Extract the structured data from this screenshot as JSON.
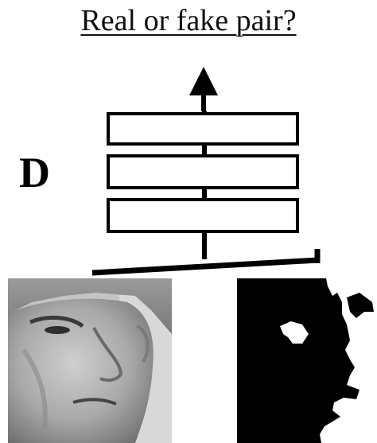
{
  "diagram": {
    "title": "Real or fake pair?",
    "discriminator_label": "D",
    "layers": [
      "layer-1",
      "layer-2",
      "layer-3"
    ],
    "inputs": [
      "face-photo",
      "face-segmentation-mask"
    ]
  }
}
